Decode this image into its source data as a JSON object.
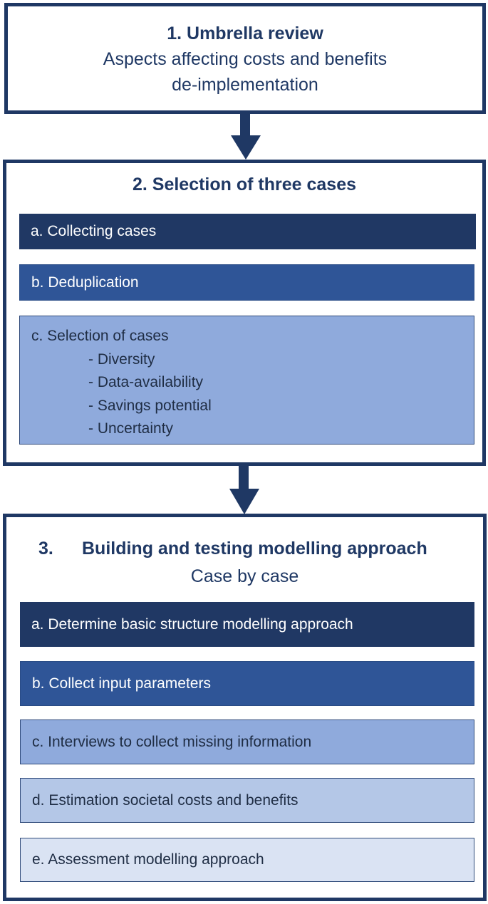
{
  "step1": {
    "title": "1. Umbrella review",
    "subtitle_line1": "Aspects affecting costs and benefits",
    "subtitle_line2": "de-implementation"
  },
  "step2": {
    "title": "2. Selection of three cases",
    "a": "a. Collecting cases",
    "b": "b. Deduplication",
    "c": "c. Selection of cases",
    "criteria": [
      "- Diversity",
      "- Data-availability",
      "- Savings potential",
      "- Uncertainty"
    ]
  },
  "step3": {
    "title_number": "3.",
    "title_text": "Building and testing modelling approach",
    "subtitle": "Case by case",
    "a": "a. Determine basic structure modelling approach",
    "b": "b. Collect input parameters",
    "c": "c. Interviews to collect missing information",
    "d": "d. Estimation societal costs and benefits",
    "e": "e. Assessment modelling approach"
  },
  "colors": {
    "navy": "#1f3864",
    "step_dark": "#203864",
    "step_mid": "#2f5597",
    "step_light": "#8faadc",
    "step_lighter": "#b4c7e7",
    "step_lightest": "#dae3f3"
  }
}
